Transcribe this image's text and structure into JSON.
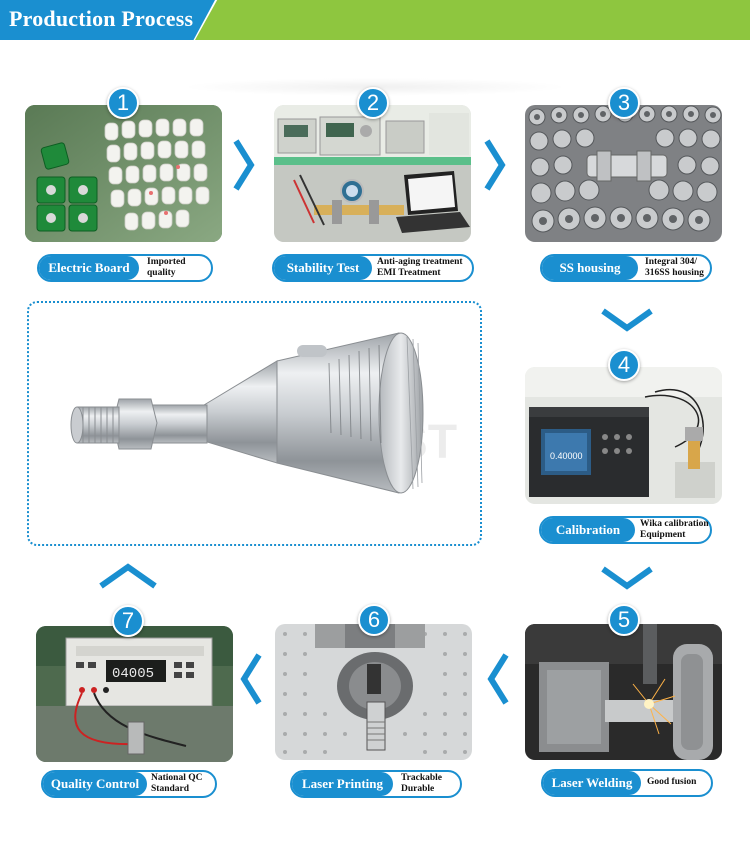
{
  "header": {
    "title": "Production Process"
  },
  "steps": [
    {
      "number": "1",
      "label": "Electric Board",
      "note_line1": "Imported",
      "note_line2": "quality"
    },
    {
      "number": "2",
      "label": "Stability Test",
      "note_line1": "Anti-aging treatment",
      "note_line2": "EMI Treatment"
    },
    {
      "number": "3",
      "label": "SS housing",
      "note_line1": "Integral 304/",
      "note_line2": "316SS housing"
    },
    {
      "number": "4",
      "label": "Calibration",
      "note_line1": "Wika calibration",
      "note_line2": "Equipment"
    },
    {
      "number": "5",
      "label": "Laser Welding",
      "note_line1": "Good fusion",
      "note_line2": ""
    },
    {
      "number": "6",
      "label": "Laser Printing",
      "note_line1": "Trackable",
      "note_line2": "Durable"
    },
    {
      "number": "7",
      "label": "Quality Control",
      "note_line1": "National QC",
      "note_line2": "Standard"
    }
  ],
  "photo_text": {
    "multimeter_reading": "04005",
    "calibrator_reading": "0.40000"
  },
  "watermark": "BEST",
  "colors": {
    "brand_blue": "#1a8fd0",
    "brand_green": "#8ec63f"
  }
}
